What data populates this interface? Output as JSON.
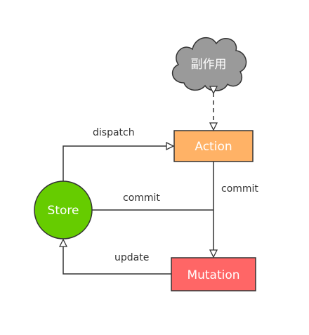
{
  "nodes": {
    "side_effect": {
      "label": "副作用",
      "color": "#9a9a9a"
    },
    "action": {
      "label": "Action",
      "color": "#ffb266"
    },
    "store": {
      "label": "Store",
      "color": "#66cc00"
    },
    "mutation": {
      "label": "Mutation",
      "color": "#ff6666"
    }
  },
  "edges": {
    "dispatch": "dispatch",
    "commit_from_store": "commit",
    "commit_from_action": "commit",
    "update": "update"
  }
}
